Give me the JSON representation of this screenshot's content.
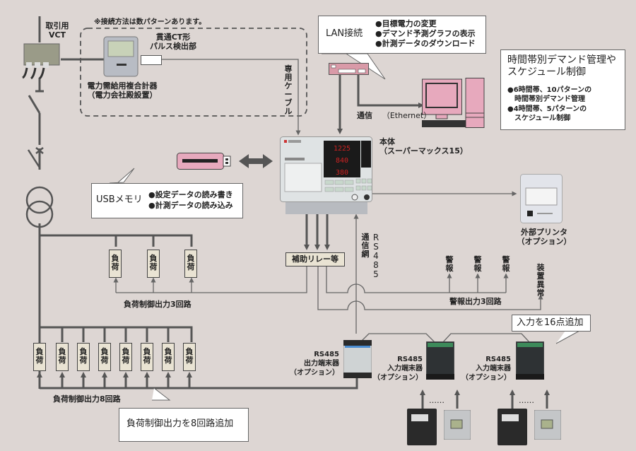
{
  "colors": {
    "background": "#ddd6d3",
    "wire": "#555555",
    "thin_wire": "#777777",
    "load_fill": "#e9e3d3",
    "pc_pink": "#e7a9bd",
    "usb_pink": "#e7a9bd",
    "callout_fill": "#ffffff"
  },
  "vct": {
    "label_line1": "取引用",
    "label_line2": "VCT"
  },
  "connection_note": "※接続方法は数パターンあります。",
  "meter": {
    "label_line1": "電力需給用複合計器",
    "label_line2": "（電力会社殿設置）"
  },
  "ct_pulse": {
    "label_line1": "貫通CT形",
    "label_line2": "パルス検出部"
  },
  "cable_label": "専用ケーブル",
  "lan_callout": {
    "title": "LAN接続",
    "items": [
      "●目標電力の変更",
      "●デマンド予測グラフの表示",
      "●計測データのダウンロード"
    ]
  },
  "schedule_box": {
    "title_line1": "時間帯別デマンド管理や",
    "title_line2": "スケジュール制御",
    "items": [
      {
        "line1": "●6時間帯、10パターンの",
        "line2": "　時間帯別デマンド管理"
      },
      {
        "line1": "●4時間帯、5パターンの",
        "line2": "　スケジュール制御"
      }
    ]
  },
  "ethernet_label": {
    "part1": "通信",
    "part2": "（Ethernet）"
  },
  "main_unit": {
    "label_line1": "本体",
    "label_line2": "（スーパーマックス15）",
    "display_values": [
      "1225",
      "840",
      "380"
    ]
  },
  "usb_callout": {
    "title": "USBメモリ",
    "items": [
      "●設定データの読み書き",
      "●計測データの読み込み"
    ]
  },
  "printer": {
    "label_line1": "外部プリンタ",
    "label_line2": "（オプション）"
  },
  "rs485_network_label": {
    "col1": "通信網",
    "col2": "RS485"
  },
  "relay_label": "補助リレー等",
  "load_label": "負荷",
  "loads_3_count": 3,
  "loads_8_count": 8,
  "load_control_3_label": "負荷制御出力3回路",
  "load_control_8_label": "負荷制御出力8回路",
  "alarm_label": "警報",
  "alarm_count": 3,
  "alarm_output_label": "警報出力3回路",
  "device_fault_label": "装置異常",
  "add_8_callout": "負荷制御出力を8回路追加",
  "add_16_callout": "入力を16点追加",
  "terminals": [
    {
      "line1": "RS485",
      "line2": "出力端末器",
      "line3": "（オプション）"
    },
    {
      "line1": "RS485",
      "line2": "入力端末器",
      "line3": "（オプション）"
    },
    {
      "line1": "RS485",
      "line2": "入力端末器",
      "line3": "（オプション）"
    }
  ],
  "input_dots": "……"
}
